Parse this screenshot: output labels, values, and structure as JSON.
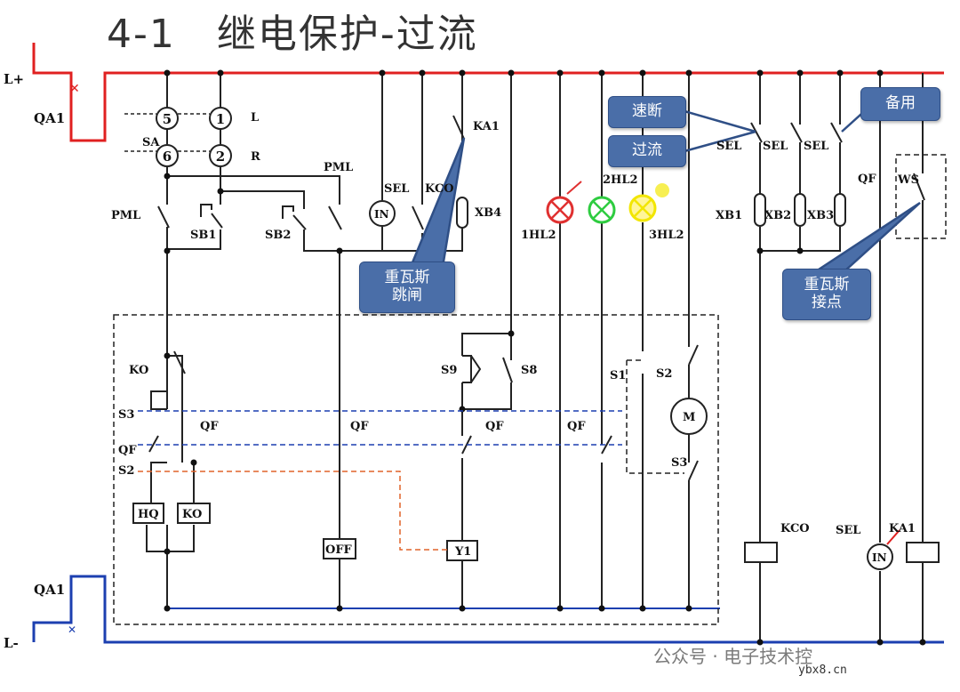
{
  "title": "4-1　继电保护-过流",
  "bus": {
    "positive": "L+",
    "negative": "L-",
    "breaker": "QA1"
  },
  "selector": {
    "label": "SA",
    "terminals": [
      "5",
      "1",
      "6",
      "2"
    ],
    "left_label": "L",
    "right_label": "R"
  },
  "labels": {
    "pml": "PML",
    "sb1": "SB1",
    "sb2": "SB2",
    "sel": "SEL",
    "kco": "KCO",
    "ka1": "KA1",
    "xb4": "XB4",
    "in_meter": "IN",
    "hl1": "1HL2",
    "hl2": "2HL2",
    "hl3": "3HL2",
    "xb1": "XB1",
    "xb2": "XB2",
    "xb3": "XB3",
    "qf": "QF",
    "ws": "WS",
    "ko": "KO",
    "s3": "S3",
    "s2": "S2",
    "s9": "S9",
    "s8": "S8",
    "s1": "S1",
    "motor": "M",
    "hq": "HQ",
    "ko_coil": "KO",
    "off": "OFF",
    "y1": "Y1"
  },
  "callouts": {
    "speed_break": "速断",
    "overcurrent": "过流",
    "spare": "备用",
    "gas_trip": "重瓦斯\n跳闸",
    "gas_contact": "重瓦斯\n接点"
  },
  "colors": {
    "positive_bus": "#e02020",
    "negative_bus": "#1c3fb0",
    "lamp_red": "#e03030",
    "lamp_green": "#2ecc40",
    "lamp_yellow": "#f2e600",
    "callout": "#4a6ea8"
  },
  "watermark": "公众号 · 电子技术控",
  "site": "ybx8.cn"
}
